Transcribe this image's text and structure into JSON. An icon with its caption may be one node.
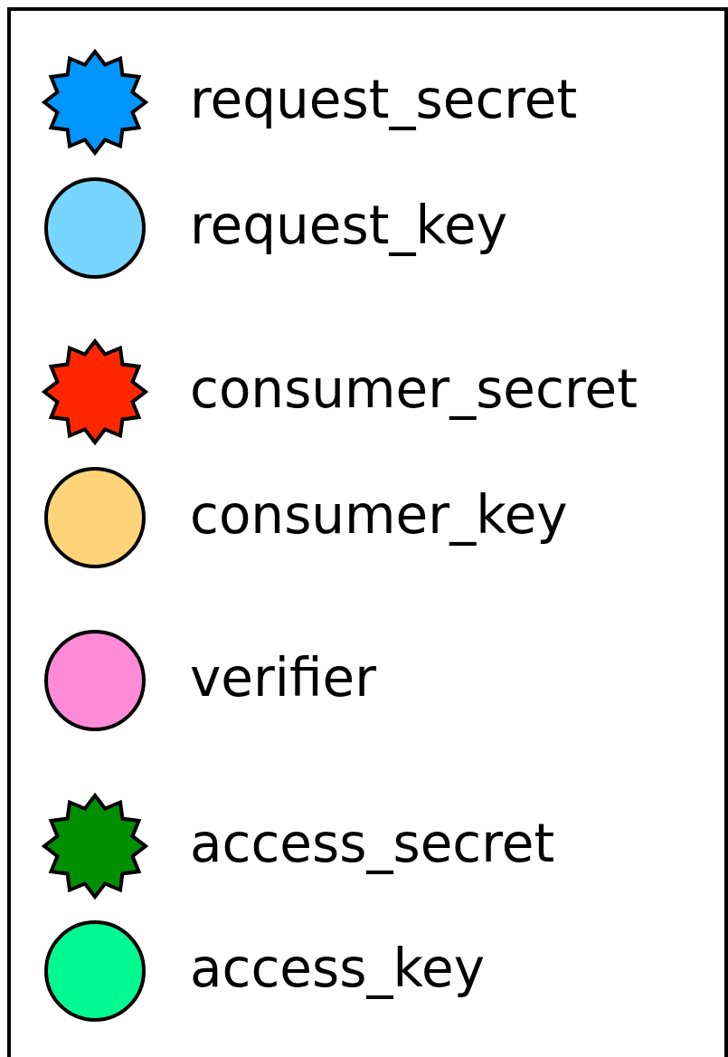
{
  "diagram": {
    "legend": [
      {
        "text": "request_secret",
        "color": "#0096ff"
      },
      {
        "text": "request_key",
        "color": "#76d6ff"
      },
      {
        "text": "consumer_secret",
        "color": "#ff2600"
      },
      {
        "text": "consumer_key",
        "color": "#ffd479"
      },
      {
        "text": "verifier",
        "color": "#ff8ad8"
      },
      {
        "text": "access_secret",
        "color": "#008f00"
      },
      {
        "text": "access_key",
        "color": "#00fa92"
      }
    ]
  }
}
